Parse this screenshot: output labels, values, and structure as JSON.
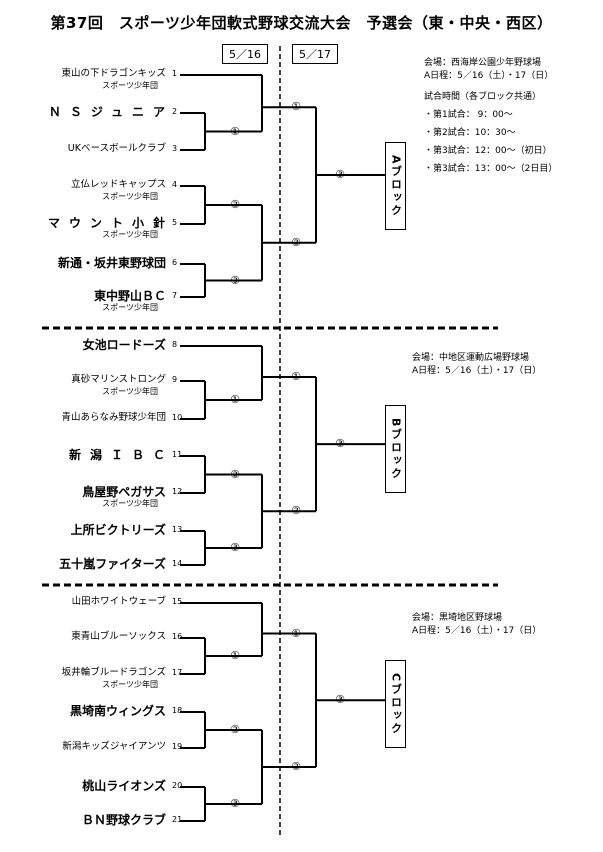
{
  "title": "第37回　スポーツ少年団軟式野球交流大会　予選会（東・中央・西区）",
  "dates": [
    "5／16",
    "5／17"
  ],
  "round_labels": {
    "first": "①",
    "second": "②",
    "third": "③"
  },
  "blocks": [
    {
      "name": "Aブロック",
      "venue": "会場：西海岸公園少年野球場",
      "schedule": "A日程：5／16（土）・17（日）",
      "times_title": "試合時間（各ブロック共通）",
      "times": [
        "・第1試合：  9：00～",
        "・第2試合：10：30～",
        "・第3試合：12：00～（初日）",
        "・第3試合：13：00～（2日目）"
      ],
      "teams": [
        {
          "no": "1",
          "name": "東山の下ドラゴンキッズ",
          "sub": "スポーツ少年団"
        },
        {
          "no": "2",
          "name": "ＮＳジュニア",
          "sub": ""
        },
        {
          "no": "3",
          "name": "UKベースボールクラブ",
          "sub": ""
        },
        {
          "no": "4",
          "name": "立仏レッドキャップス",
          "sub": "スポーツ少年団"
        },
        {
          "no": "5",
          "name": "マウント小針",
          "sub": "スポーツ少年団"
        },
        {
          "no": "6",
          "name": "新通・坂井東野球団",
          "sub": ""
        },
        {
          "no": "7",
          "name": "東中野山ＢＣ",
          "sub": "スポーツ少年団"
        }
      ]
    },
    {
      "name": "Bブロック",
      "venue": "会場：中地区運動広場野球場",
      "schedule": "A日程：5／16（土）・17（日）",
      "teams": [
        {
          "no": "8",
          "name": "女池ロードーズ",
          "sub": ""
        },
        {
          "no": "9",
          "name": "真砂マリンストロング",
          "sub": "スポーツ少年団"
        },
        {
          "no": "10",
          "name": "青山あらなみ野球少年団",
          "sub": ""
        },
        {
          "no": "11",
          "name": "新潟ＩＢＣ",
          "sub": ""
        },
        {
          "no": "12",
          "name": "鳥屋野ペガサス",
          "sub": "スポーツ少年団"
        },
        {
          "no": "13",
          "name": "上所ビクトリーズ",
          "sub": ""
        },
        {
          "no": "14",
          "name": "五十嵐ファイターズ",
          "sub": ""
        }
      ]
    },
    {
      "name": "Cブロック",
      "venue": "会場：黒埼地区野球場",
      "schedule": "A日程：5／16（土）・17（日）",
      "teams": [
        {
          "no": "15",
          "name": "山田ホワイトウェーブ",
          "sub": ""
        },
        {
          "no": "16",
          "name": "東青山ブルーソックス",
          "sub": ""
        },
        {
          "no": "17",
          "name": "坂井輪ブルードラゴンズ",
          "sub": "スポーツ少年団"
        },
        {
          "no": "18",
          "name": "黒埼南ウィングス",
          "sub": ""
        },
        {
          "no": "19",
          "name": "新潟キッズジャイアンツ",
          "sub": ""
        },
        {
          "no": "20",
          "name": "桃山ライオンズ",
          "sub": ""
        },
        {
          "no": "21",
          "name": "ＢＮ野球クラブ",
          "sub": ""
        }
      ]
    }
  ]
}
